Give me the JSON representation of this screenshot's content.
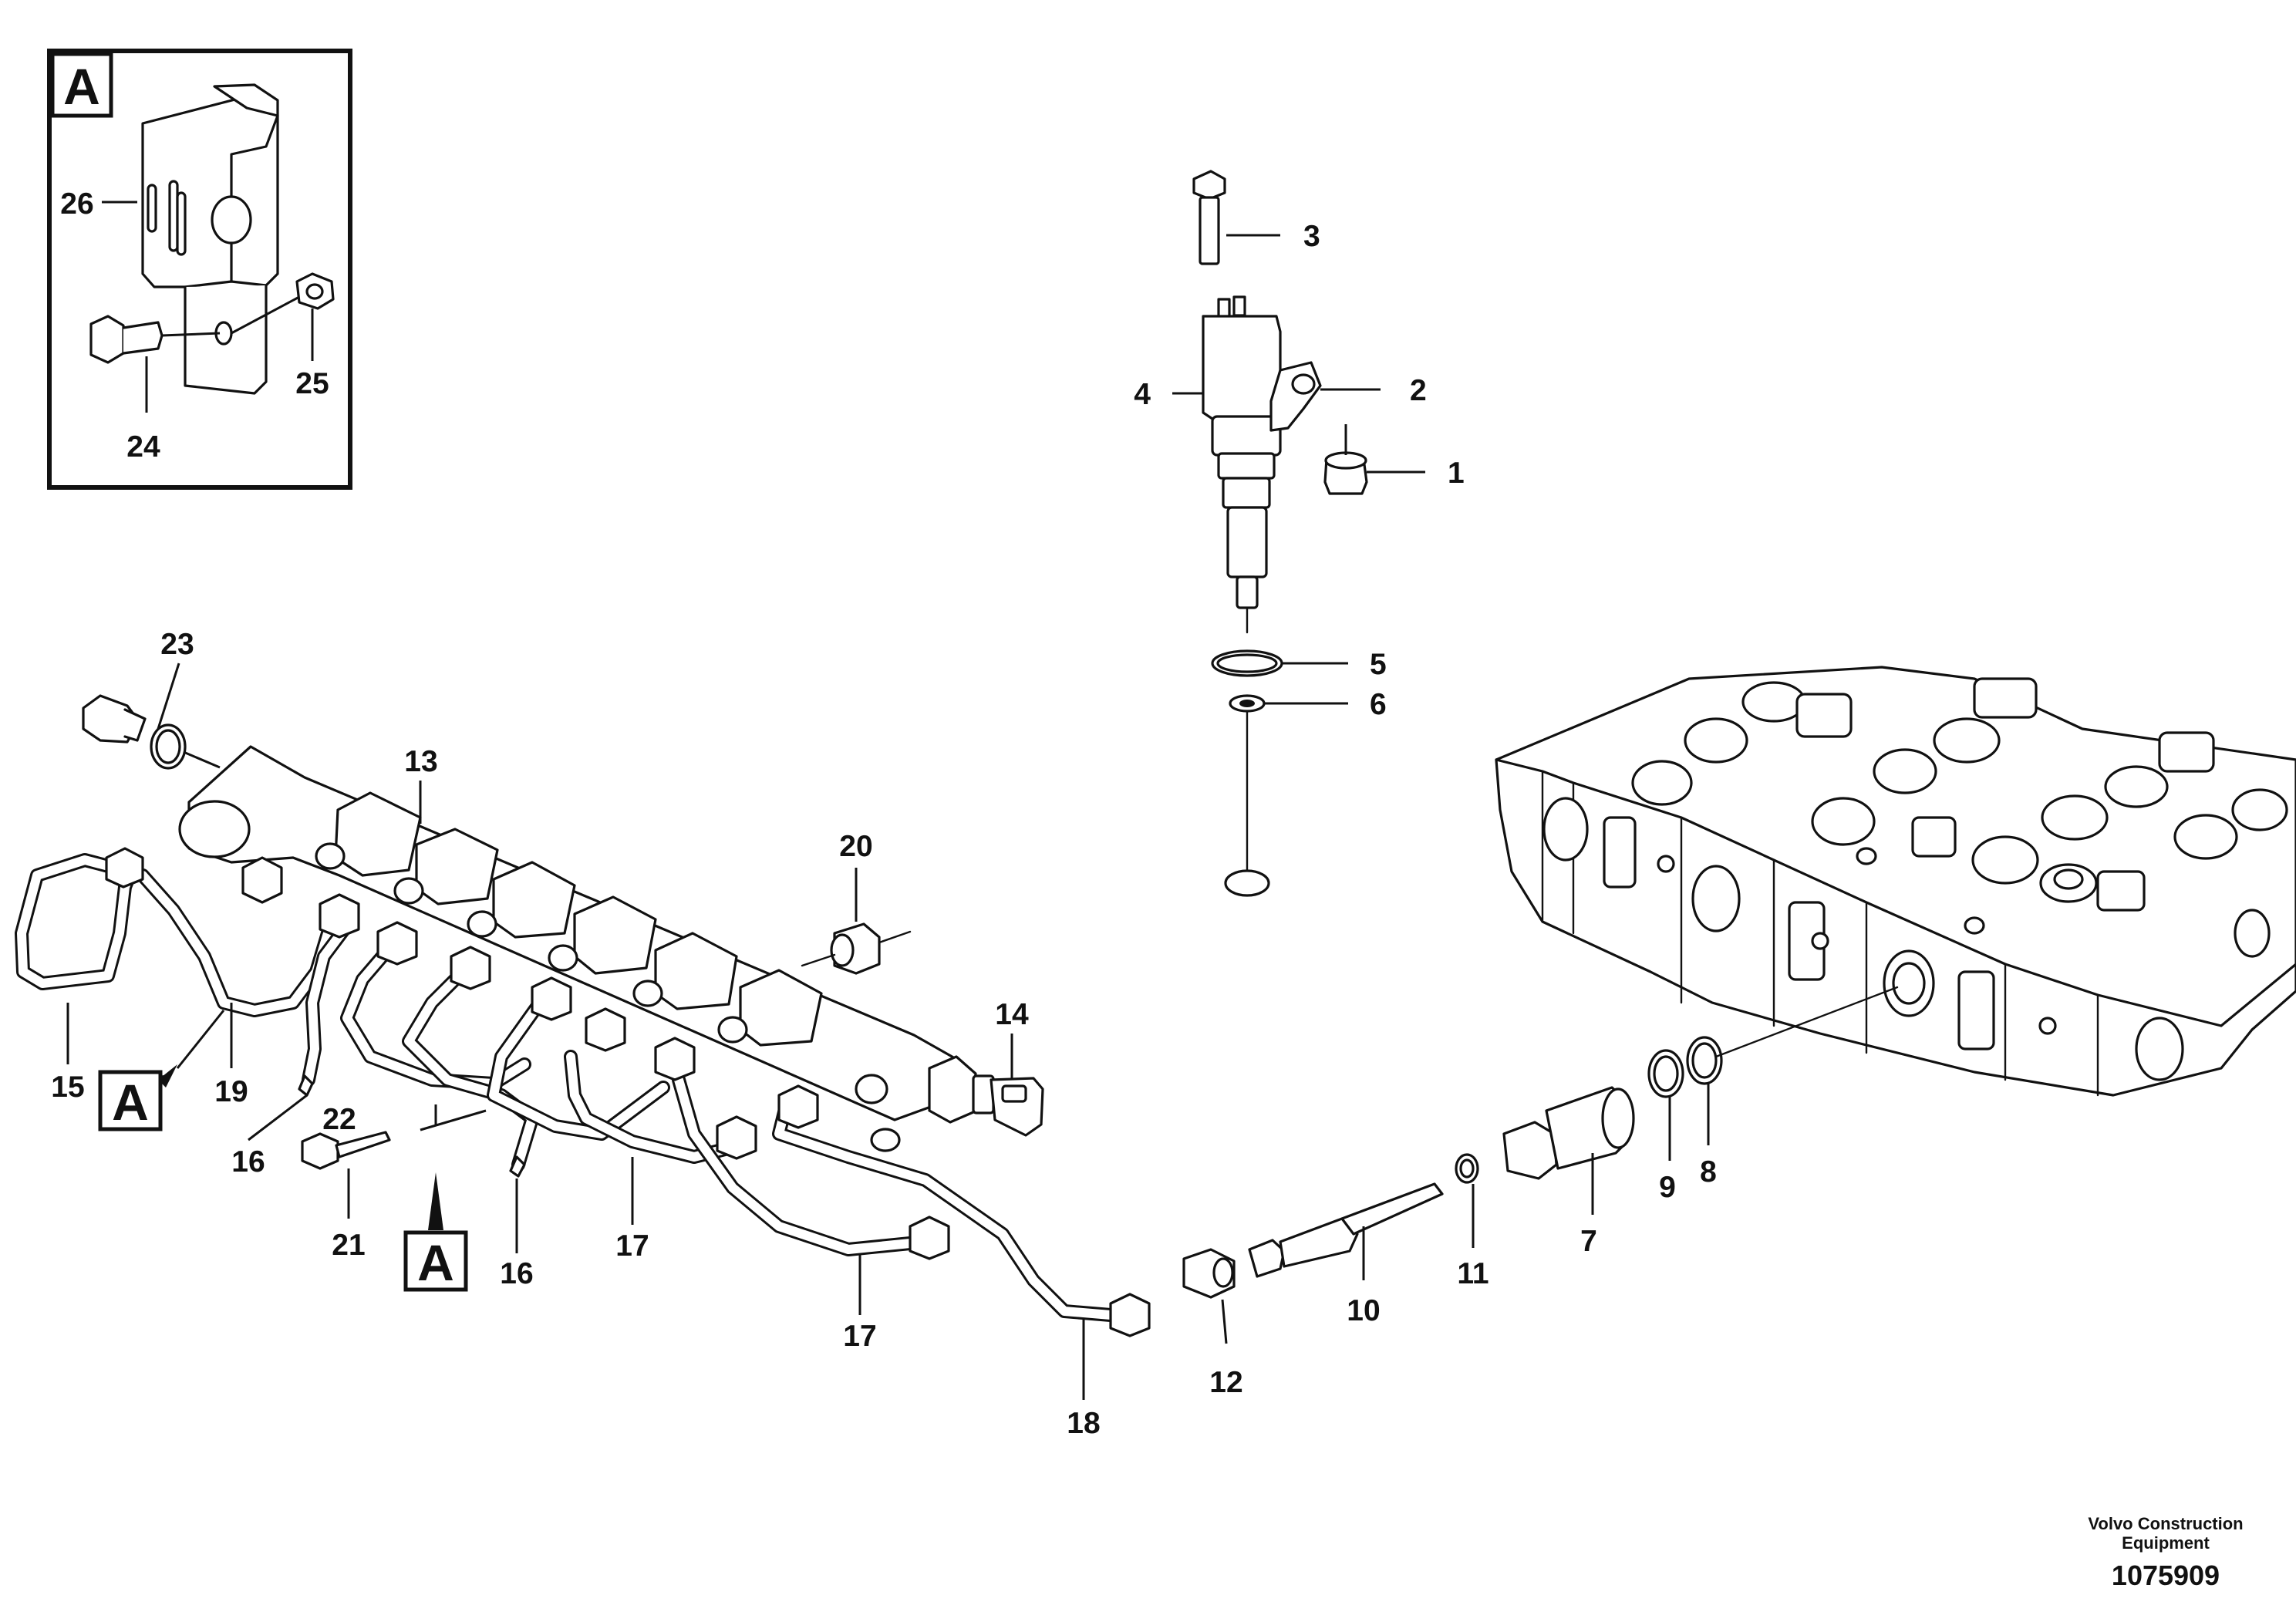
{
  "diagram": {
    "inset_label": "A",
    "ref_markers": [
      "A",
      "A"
    ],
    "callouts": {
      "c1": "1",
      "c2": "2",
      "c3": "3",
      "c4": "4",
      "c5": "5",
      "c6": "6",
      "c7": "7",
      "c8": "8",
      "c9": "9",
      "c10": "10",
      "c11": "11",
      "c12": "12",
      "c13": "13",
      "c14": "14",
      "c15": "15",
      "c16a": "16",
      "c16b": "16",
      "c17a": "17",
      "c17b": "17",
      "c18": "18",
      "c19": "19",
      "c20": "20",
      "c21": "21",
      "c22": "22",
      "c23": "23",
      "c24": "24",
      "c25": "25",
      "c26": "26"
    }
  },
  "footer": {
    "company_line1": "Volvo Construction",
    "company_line2": "Equipment",
    "drawing_number": "1075909"
  },
  "colors": {
    "ink": "#111111",
    "paper": "#ffffff"
  }
}
